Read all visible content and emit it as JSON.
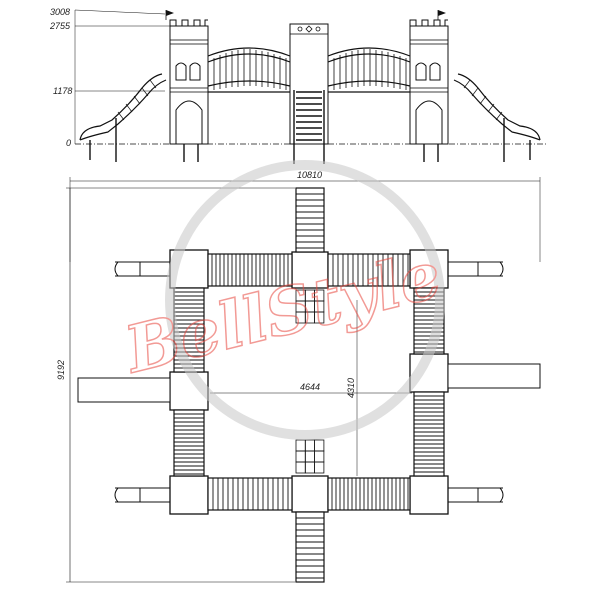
{
  "elevation_labels": {
    "h_3008": "3008",
    "h_2755": "2755",
    "h_1178": "1178",
    "h_0": "0"
  },
  "plan_dimensions": {
    "overall_width": "10810",
    "overall_depth": "9192",
    "inner_span": "4644",
    "inner_depth": "4310"
  },
  "watermark": {
    "text": "BellStyle",
    "color": "#e8483f",
    "ring_color": "#c8c8c8"
  },
  "colors": {
    "line": "#111111",
    "dimension": "#333333"
  }
}
